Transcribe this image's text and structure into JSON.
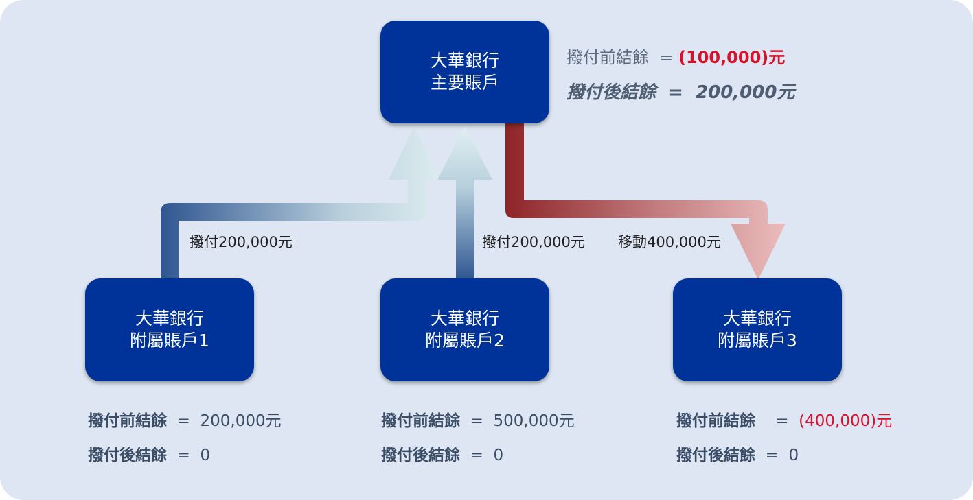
{
  "main_account": {
    "bank": "大華銀行",
    "name": "主要賬戶",
    "before_label": "撥付前結餘",
    "before_value": "(100,000)元",
    "after_label": "撥付後結餘",
    "after_value": "200,000元"
  },
  "sub_accounts": [
    {
      "bank": "大華銀行",
      "name": "附屬賬戶1",
      "before_label": "撥付前結餘",
      "before_value": "200,000元",
      "after_label": "撥付後結餘",
      "after_value": "0"
    },
    {
      "bank": "大華銀行",
      "name": "附屬賬戶2",
      "before_label": "撥付前結餘",
      "before_value": "500,000元",
      "after_label": "撥付後結餘",
      "after_value": "0"
    },
    {
      "bank": "大華銀行",
      "name": "附屬賬戶3",
      "before_label": "撥付前結餘",
      "before_value": "(400,000)元",
      "after_label": "撥付後結餘",
      "after_value": "0"
    }
  ],
  "transfers": [
    {
      "from": "附屬賬戶1",
      "to": "主要賬戶",
      "label": "撥付200,000元"
    },
    {
      "from": "附屬賬戶2",
      "to": "主要賬戶",
      "label": "撥付200,000元"
    },
    {
      "from": "主要賬戶",
      "to": "附屬賬戶3",
      "label": "移動400,000元"
    }
  ],
  "colors": {
    "box": "#003399",
    "background": "#dde6f2",
    "negative": "#d9112b",
    "arrow_in_dark": "#2f5691",
    "arrow_in_light": "#dcecef",
    "arrow_out_dark": "#8e2427",
    "arrow_out_light": "#ebbcbc"
  }
}
